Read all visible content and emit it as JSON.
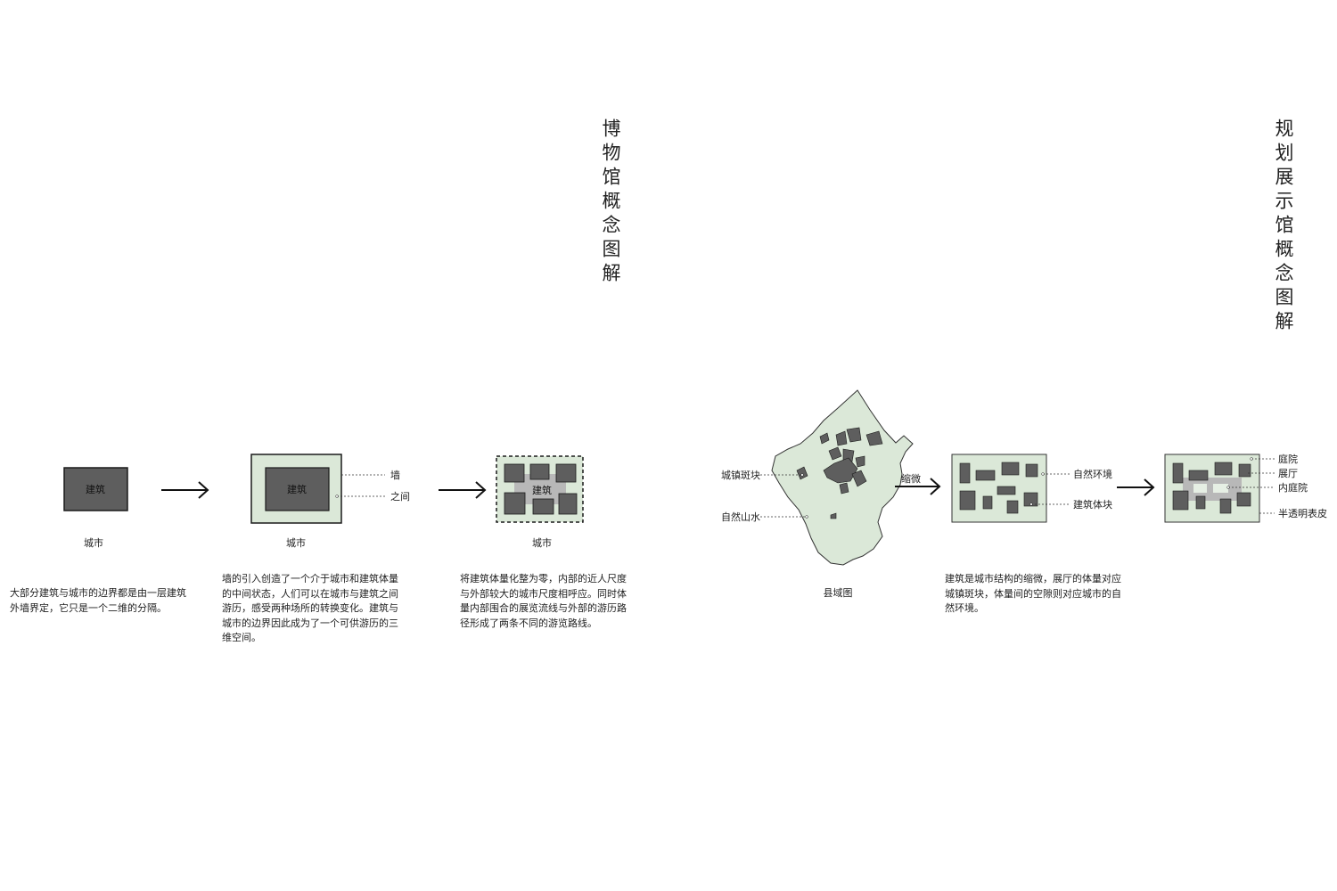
{
  "museum": {
    "title": "博物馆概念图解",
    "step1": {
      "box_label": "建筑",
      "caption": "城市",
      "text": "大部分建筑与城市的边界都是由一层建筑外墙界定，它只是一个二维的分隔。"
    },
    "step2": {
      "box_label": "建筑",
      "caption": "城市",
      "label_wall": "墙",
      "label_between": "之间",
      "text": "墙的引入创造了一个介于城市和建筑体量的中间状态，人们可以在城市与建筑之间游历，感受两种场所的转换变化。建筑与城市的边界因此成为了一个可供游历的三维空间。"
    },
    "step3": {
      "box_label": "建筑",
      "caption": "城市",
      "text": "将建筑体量化整为零，内部的近人尺度与外部较大的城市尺度相呼应。同时体量内部围合的展览流线与外部的游历路径形成了两条不同的游览路线。"
    }
  },
  "planning": {
    "title": "规划展示馆概念图解",
    "map": {
      "caption": "县域图",
      "label_patches": "城镇斑块",
      "label_water": "自然山水"
    },
    "arrow_label": "缩微",
    "step2": {
      "label_env": "自然环境",
      "label_blocks": "建筑体块"
    },
    "step3": {
      "label_courtyard": "庭院",
      "label_hall": "展厅",
      "label_inner": "内庭院",
      "label_skin": "半透明表皮"
    },
    "text": "建筑是城市结构的缩微，展厅的体量对应城镇斑块，体量间的空隙则对应城市的自然环境。"
  },
  "colors": {
    "dark_block": "#5e5e5e",
    "pale_green": "#dbe8d8",
    "gray_court": "#b8b8b8",
    "ink": "#1a1a1a"
  }
}
